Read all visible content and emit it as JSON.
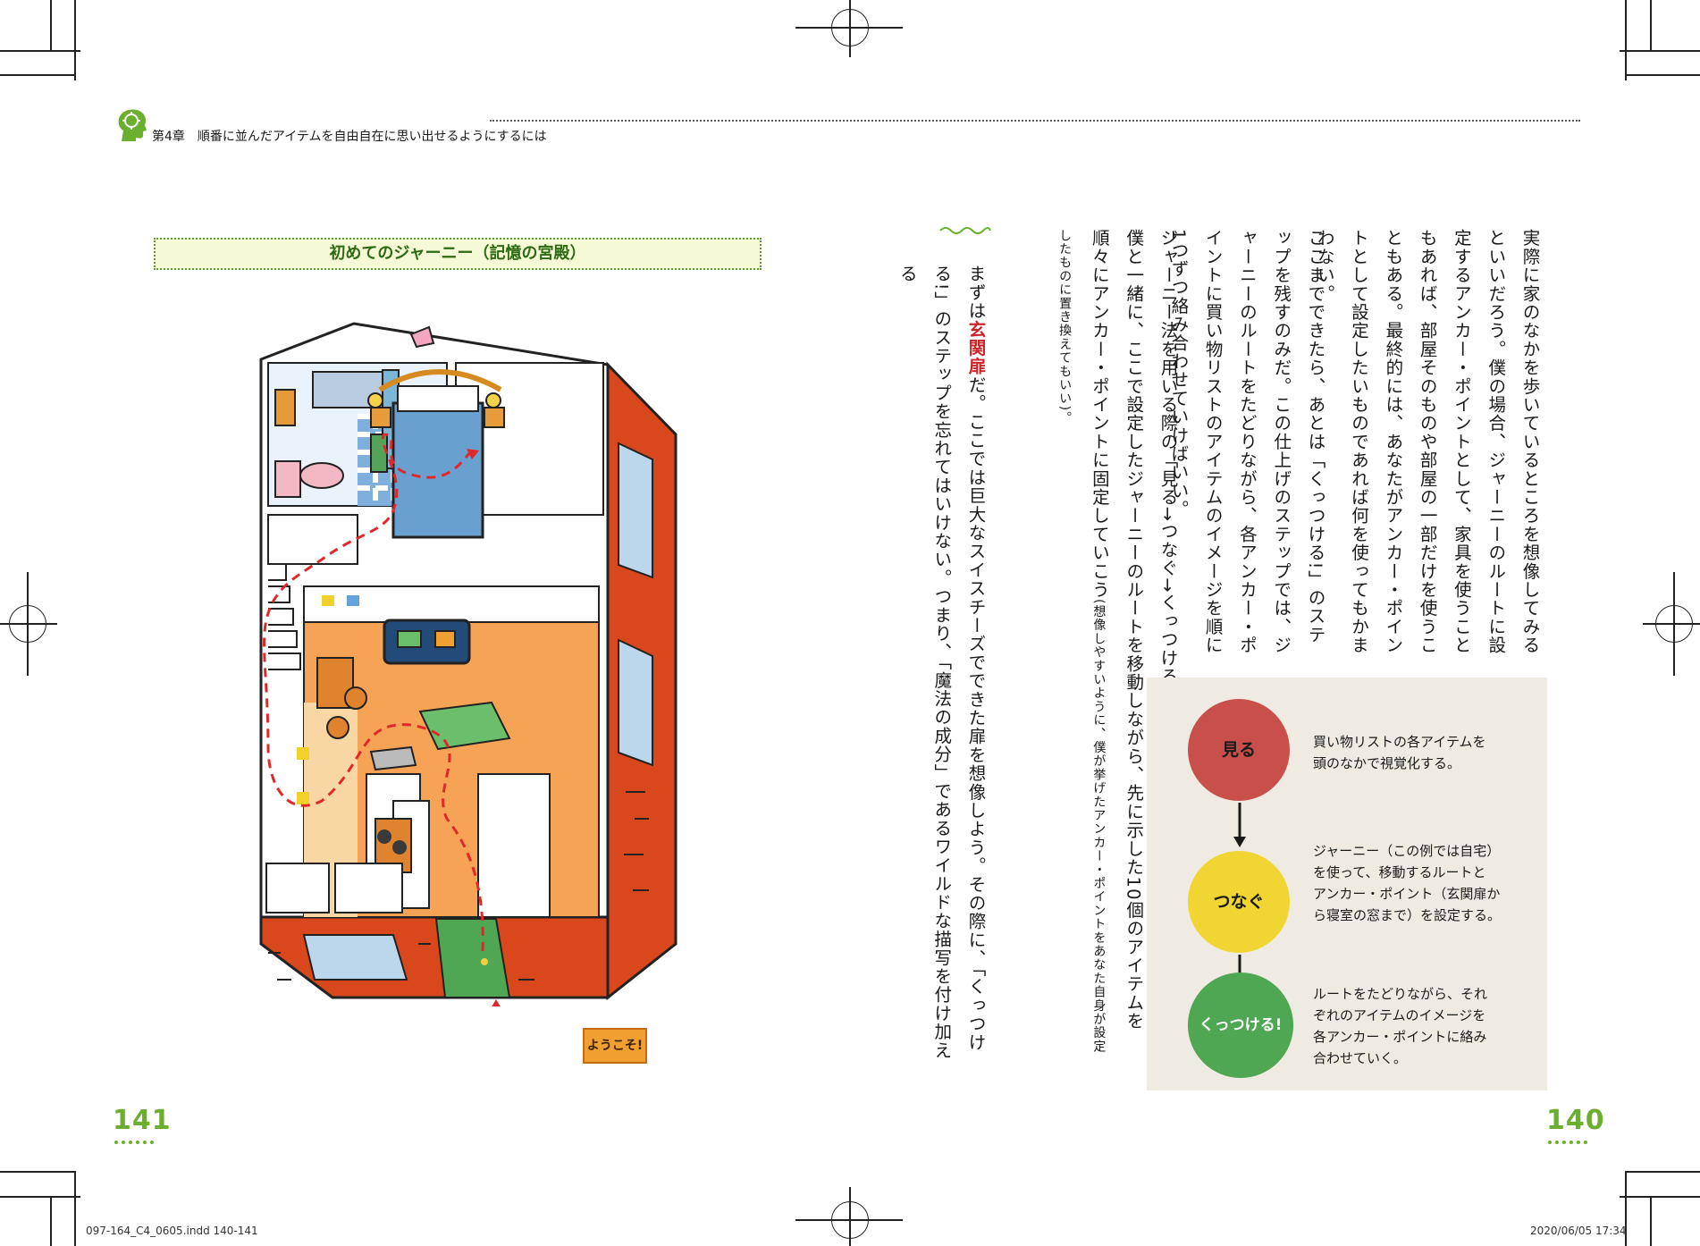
{
  "header": {
    "chapter_title": "第4章　順番に並んだアイテムを自由自在に思い出せるようにするには"
  },
  "figure": {
    "title": "初めてのジャーニー（記憶の宮殿）",
    "welcome_sign": "ようこそ!"
  },
  "body_text": {
    "para1_part1": "実際に家のなかを歩いているところを想像してみるといいだろう。僕の場合、ジャーニーのルートに設定するアンカー・ポイントとして、家具を使うこともあれば、部屋そのものや部屋の一部だけを使うこともある。最終的には、あなたがアンカー・ポイントとして設定したいものであれば何を使ってもかまわない。",
    "para2": "ここまでできたら、あとは「くっつける!」のステップを残すのみだ。この仕上げのステップでは、ジャーニーのルートをたどりながら、各アンカー・ポイントに買い物リストのアイテムのイメージを順に1つずつ絡み合わせていけばいい。",
    "para3_main": "ジャーニー法を用いる際の「見る→つなぐ→くっつける!」のプロセスは理解できただろうか?　では僕と一緒に、ここで設定したジャーニーのルートを移動しながら、先に示した10個のアイテムを順々にアンカー・ポイントに固定していこう",
    "para3_note": "(想像しやすいように、僕が挙げたアンカー・ポイントをあなた自身が設定したものに置き換えてもいい)。",
    "para4_a": "まずは",
    "para4_red": "玄関扉",
    "para4_b": "だ。ここでは巨大なスイスチーズでできた扉を想像しよう。その際に、「くっつける!」のステップを忘れてはいけない。つまり、「魔法の成分」であるワイルドな描写を付け加える"
  },
  "steps": [
    {
      "label": "見る",
      "color": "#c9504a",
      "text_color": "#1a1a1a",
      "description": "買い物リストの各アイテムを\n頭のなかで視覚化する。"
    },
    {
      "label": "つなぐ",
      "color": "#f1d533",
      "text_color": "#1a1a1a",
      "description": "ジャーニー（この例では自宅）\nを使って、移動するルートと\nアンカー・ポイント（玄関扉か\nら寝室の窓まで）を設定する。"
    },
    {
      "label": "くっつける!",
      "color": "#4fa653",
      "text_color": "#ffffff",
      "description": "ルートをたどりながら、それ\nぞれのアイテムのイメージを\n各アンカー・ポイントに絡み\n合わせていく。"
    }
  ],
  "page_numbers": {
    "left": "141",
    "right": "140"
  },
  "footer": {
    "file": "097-164_C4_0605.indd   140-141",
    "timestamp": "2020/06/05   17:34"
  },
  "colors": {
    "accent_green": "#6ab02e",
    "brick": "#d9481c",
    "route_red": "#e0282a"
  }
}
